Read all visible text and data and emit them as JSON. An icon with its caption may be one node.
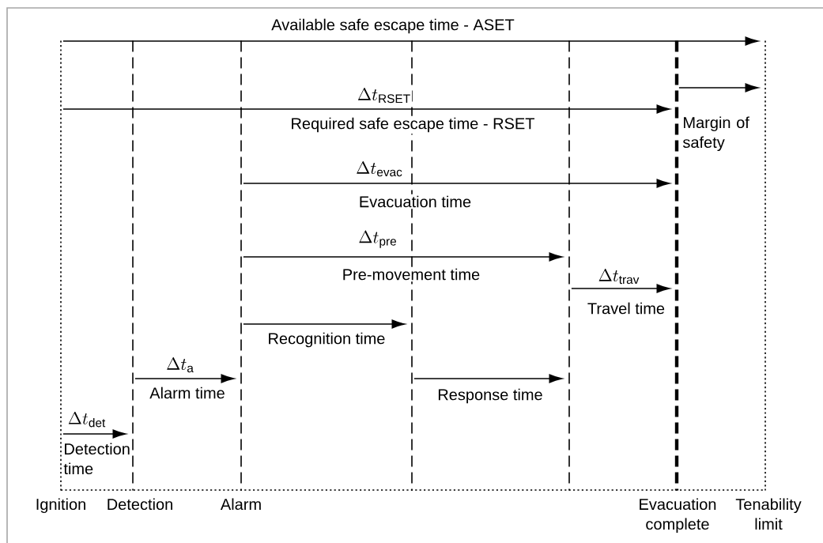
{
  "diagram": {
    "nodes": [
      {
        "text": [],
        "shape": "line",
        "beside": [
          "Ignition"
        ]
      },
      {
        "text": [],
        "shape": "line",
        "beside": [
          "Detection"
        ]
      },
      {
        "text": [],
        "shape": "line",
        "beside": [
          "Alarm"
        ]
      },
      {
        "text": [],
        "shape": "line"
      },
      {
        "text": [],
        "shape": "line"
      },
      {
        "text": [],
        "shape": "line",
        "beside": [
          "Evacuation complete"
        ]
      },
      {
        "text": [],
        "shape": "line",
        "beside": [
          "Tenability limit"
        ]
      }
    ],
    "edges": [
      {
        "from": 0,
        "to": 6,
        "arrow": "to",
        "label": "Available safe escape time - ASET"
      },
      {
        "from": 5,
        "to": 6,
        "arrow": "to",
        "label": "Margin of safety"
      },
      {
        "from": 0,
        "to": 5,
        "arrow": "to",
        "label": "Required safe escape time - RSET"
      },
      {
        "from": 2,
        "to": 5,
        "arrow": "to",
        "label": "Evacuation time"
      },
      {
        "from": 2,
        "to": 4,
        "arrow": "to",
        "label": "Pre-movement time"
      },
      {
        "from": 4,
        "to": 5,
        "arrow": "to",
        "label": "Travel time"
      },
      {
        "from": 2,
        "to": 3,
        "arrow": "to",
        "label": "Recognition time"
      },
      {
        "from": 1,
        "to": 2,
        "arrow": "to",
        "label": "Alarm time"
      },
      {
        "from": 3,
        "to": 4,
        "arrow": "to",
        "label": "Response time"
      },
      {
        "from": 0,
        "to": 1,
        "arrow": "to",
        "label": "Detection time"
      }
    ],
    "labels": [
      "\\Delta t_{\\mathrm{RSET}}",
      "\\Delta t_{\\mathrm{evac}}",
      "\\Delta t_{\\mathrm{pre}}",
      "\\Delta t_{\\mathrm{trav}}",
      "\\Delta t_{\\mathrm{a}}",
      "\\Delta t_{\\mathrm{det}}"
    ]
  }
}
